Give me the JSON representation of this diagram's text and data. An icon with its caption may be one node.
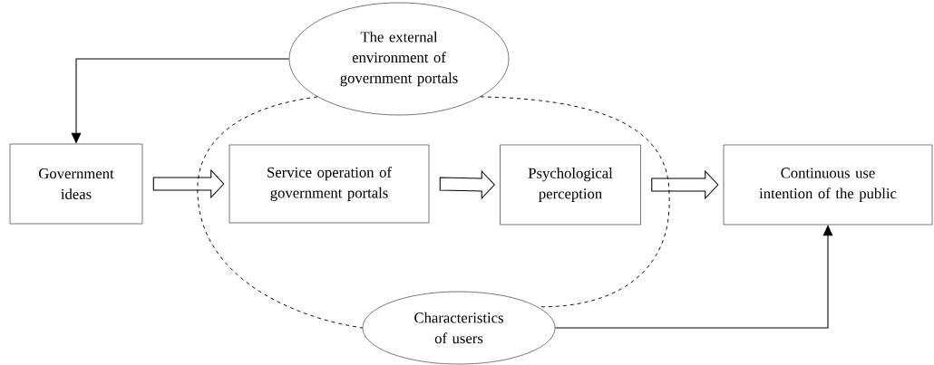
{
  "diagram": {
    "nodes": [
      {
        "text": [
          "The external environment of government portals"
        ]
      },
      {
        "text": [
          "Government ideas"
        ]
      },
      {
        "text": [
          "Service operation of government portals"
        ]
      },
      {
        "text": [
          "Psychological perception"
        ]
      },
      {
        "text": [
          "Continuous use intention of the public"
        ]
      },
      {
        "text": [
          "Characteristics of users"
        ]
      }
    ],
    "edges": [
      {
        "from": 0,
        "to": 1,
        "arrow": "to"
      },
      {
        "from": 1,
        "to": 2,
        "arrow": "to",
        "style": "thick"
      },
      {
        "from": 2,
        "to": 3,
        "arrow": "to",
        "style": "thick"
      },
      {
        "from": 3,
        "to": 4,
        "arrow": "to",
        "style": "thick"
      },
      {
        "from": 5,
        "to": 4,
        "arrow": "to"
      },
      {
        "from": 0,
        "to": 5,
        "arrow": "none",
        "style": "dashed"
      },
      {
        "from": 0,
        "to": 5,
        "arrow": "none",
        "style": "dashed"
      }
    ]
  }
}
